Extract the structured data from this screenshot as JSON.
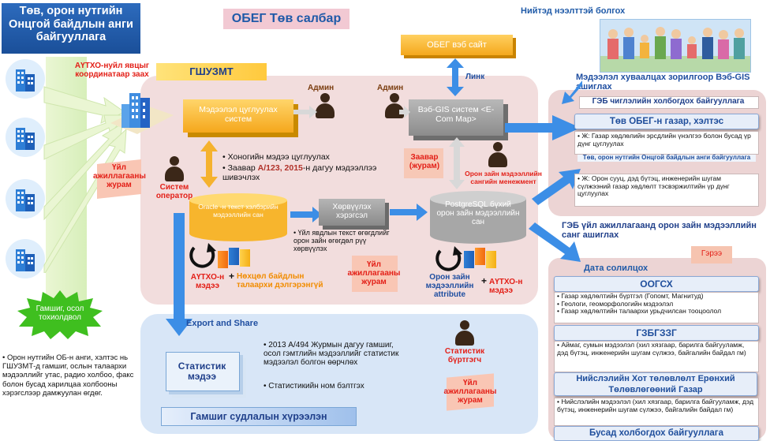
{
  "header": {
    "left_title": "Төв, орон нутгийн Онцгой байдлын анги байгууллага",
    "center_title": "ОБЕГ Төв салбар",
    "public_info": "Нийтэд нээлттэй болгох"
  },
  "left": {
    "au_coord": "АҮТХО-нуйл явцыг координатаар заах",
    "reg_rule": "Үйл ажиллагааны журам",
    "disaster": "Гамшиг, осол тохиолдвол",
    "description": "• Орон нутгийн ОБ-н анги, хэлтэс нь ГШУЗМТ-д гамшиг, ослын талаархи мэдээллийг утас, радио холбоо, факс болон бусад харилцаа холбооны хэрэгслээр дамжуулан өгдөг."
  },
  "center": {
    "gshuzmt": "ГШУЗМТ",
    "admin1": "Админ",
    "admin2": "Админ",
    "info_system": "Мэдээлэл цуглуулах систем",
    "system_operator": "Систем оператор",
    "bullet1": "• Хоногийн мэдээ цуглуулах",
    "bullet2_prefix": "• Заавар ",
    "bullet2_highlight": "А/123, 2015",
    "bullet2_suffix": "-н дагуу мэдээллээ шивэчлэх",
    "oracle_db": "Oracle -н текст хэлбэрийн мэдээллийн сан",
    "converter": "Хөрвүүлэх хэрэгсэл",
    "conv_note": "• Үйл явдлын текст өгөгдлийг орон зайн өгөгдөл рүү хөрвүүлэх",
    "au_news_left": "АҮТХО-н мэдээ",
    "plus1": "+",
    "damage_info": "Нөхцөл байдлын талаархи дэлгэрэнгүй",
    "reg_rule2": "Үйл ажиллагааны журам",
    "spatial_attr": "Орон зайн мэдээллийн attribute",
    "plus2": "+",
    "au_news_right": "АҮТХО-н мэдээ",
    "webgis": "Вэб-GIS систем <E-Com Map>",
    "zaavar": "Заавар (журам)",
    "spatial_mgmt": "Орон зайн мэдээллийн сангийн менежмент",
    "postgresql": "PostgreSQL бүхий орон зайн мэдээллийн сан",
    "obeg_site": "ОБЕГ вэб сайт",
    "link": "Линк"
  },
  "bottom": {
    "export_share": "Export and Share",
    "stat_report": "Статистик мэдээ",
    "export_bullet1": "• 2013 А/494 Журмын дагуу гамшиг, осол гэмтлийн мэдээллийг статистик мэдээлэл болгон өөрчлөх",
    "export_bullet2": "• Статистикийн ном бэлтгэх",
    "stat_reg": "Статистик бүртгэгч",
    "reg_rule3": "Үйл ажиллагааны журам",
    "research": "Гамшиг судлалын хүрээлэн"
  },
  "right": {
    "gis_use_header": "Мэдээлэл хуваалцах зорилгоор Вэб-GIS ашиглах",
    "gis_org": "ГЭБ чиглэлийн холбогдох байгууллага",
    "tov_obeg": "Төв ОБЕГ-н газар, хэлтэс",
    "tov_obeg_note": "• Ж: Газар хөдлөлийн эрсдлийн үнэлгээ болон бусад үр дүнг цуглуулах",
    "local_units": "Төв, орон нутгийн Онцгой байдлын анги байгууллага",
    "local_note": "• Ж: Орон сууц, дэд бүтэц, инженерийн шугам сүлжээний газар хөдлөлт тэсвэржилтийн үр дүнг цуглуулах",
    "gis_db_use": "ГЭБ үйл ажиллагаанд орон зайн мэдээллийн санг ашиглах",
    "data_share": "Дата солилцох",
    "zeree": "Гэрээ",
    "oogsx": "ООГСХ",
    "oogsx_note": "• Газар хөдлөлтийн бүртгэл (Гопомт, Магнитуд)\n• Геологи, геоморфологийн мэдээлэл\n• Газар хөдлөлтийн талаархи урьдчилсан тооцоолол",
    "gzbgzzg": "ГЗБГЗЗГ",
    "gzbgzzg_note": "• Аймаг, сумын мэдээлэл (хил хязгаар, барилга байгууламж, дэд бүтэц, инженерийн шугам сүлжээ, байгалийн байдал гм)",
    "city_plan": "Нийслэлийн Хот төлөвлөлт Ерөнхий Төлөвлөгөөний Газар",
    "city_note": "• Нийслэлийн мэдээлэл (хил хязгаар, барилга байгууламж, дэд бүтэц, инженерийн шугам сүлжээ, байгалийн байдал гм)",
    "other_orgs": "Бусад холбогдох байгууллага"
  },
  "colors": {
    "header_blue": "#1f5aa8",
    "accent_orange": "#f7a42a",
    "red_label": "#e32018",
    "navy": "#1f4e9c",
    "pink_panel": "#edd6d6",
    "light_blue_panel": "#d9e6f6",
    "green_light": "#e2f3c8"
  }
}
